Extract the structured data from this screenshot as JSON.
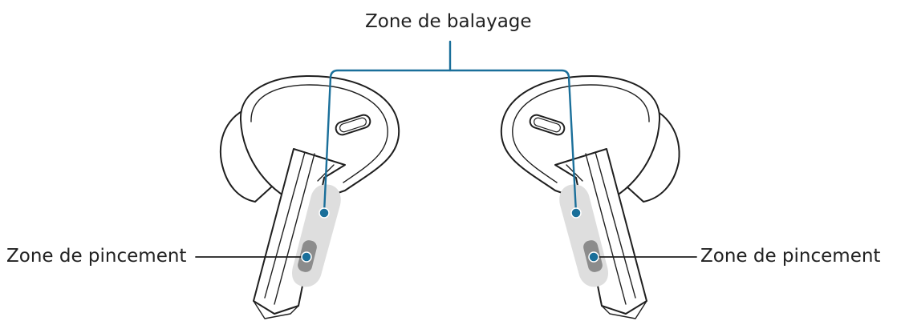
{
  "labels": {
    "swipe_zone": "Zone de balayage",
    "pinch_zone_left": "Zone de pincement",
    "pinch_zone_right": "Zone de pincement"
  },
  "colors": {
    "callout": "#1a6f9a",
    "outline": "#1f1f1f",
    "touch_area": "#dedede",
    "pinch_pad": "#8c8c8c"
  }
}
